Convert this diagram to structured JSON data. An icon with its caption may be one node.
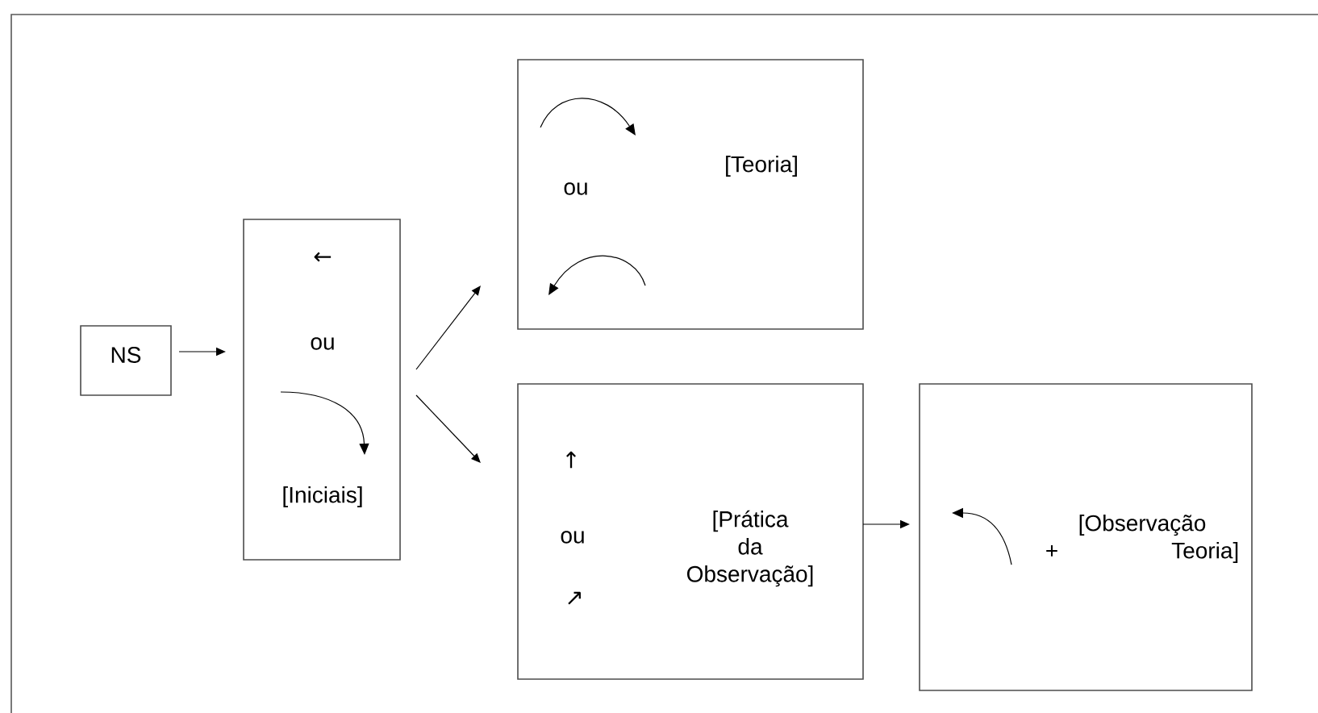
{
  "diagram": {
    "nodes": [
      {
        "text": [
          "NS"
        ]
      },
      {
        "text": [
          "←",
          "ou",
          "[Iniciais]"
        ]
      },
      {
        "text": [
          "ou",
          "[Teoria]"
        ]
      },
      {
        "text": [
          "↑",
          "ou",
          "↗",
          "[Prática da Observação]"
        ]
      },
      {
        "text": [
          "[Observação + Teoria]"
        ]
      }
    ],
    "edges": [
      {
        "from": 0,
        "to": 1,
        "arrow": "to"
      },
      {
        "from": 1,
        "to": 2,
        "arrow": "to"
      },
      {
        "from": 1,
        "to": 3,
        "arrow": "to"
      },
      {
        "from": 3,
        "to": 4,
        "arrow": "to"
      }
    ]
  }
}
